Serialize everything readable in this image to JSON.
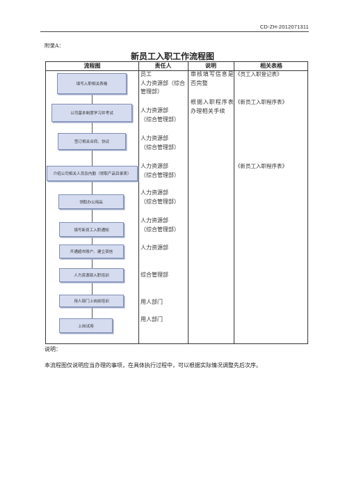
{
  "document_code": "CD-ZH-2012071311",
  "appendix_label": "附录A：",
  "title": "新员工入职工作流程图",
  "table": {
    "headers": [
      "流程图",
      "责任人",
      "说明",
      "相关表格"
    ],
    "flow_steps": [
      "填写入职相关表格",
      "公司基本制度学习并考试",
      "签订相关合同、协议",
      "介绍公司相关人员及内勤（领取产品目录表）",
      "领取办公用品",
      "填写新员工入职通知",
      "开通超市账户、建立资信",
      "人力资源部入职培训",
      "用人部门上岗前培训",
      "上岗试用"
    ],
    "responsible": [
      "员工\n人力资源部（综合管理部）",
      "人力资源部\n（综合管理部）",
      "人力资源部\n（综合管理部）",
      "人力资源部\n（综合管理部）",
      "人力资源部\n（综合管理部）",
      "人力资源部\n（综合管理部）",
      "人力资源部",
      "综合管理部",
      "用人部门",
      "用人部门"
    ],
    "notes": [
      "审核填写信息是否完整",
      "根据入职程序表办理相关手续"
    ],
    "forms": [
      "《员工入职登记表》",
      "《新员工入职程序表》",
      "《新员工入职程序表》"
    ]
  },
  "explanation_label": "说明：",
  "explanation_text": "本流程图仅说明应当办理的事项，在具体执行过程中，可以根据实际情况调整先后次序。"
}
